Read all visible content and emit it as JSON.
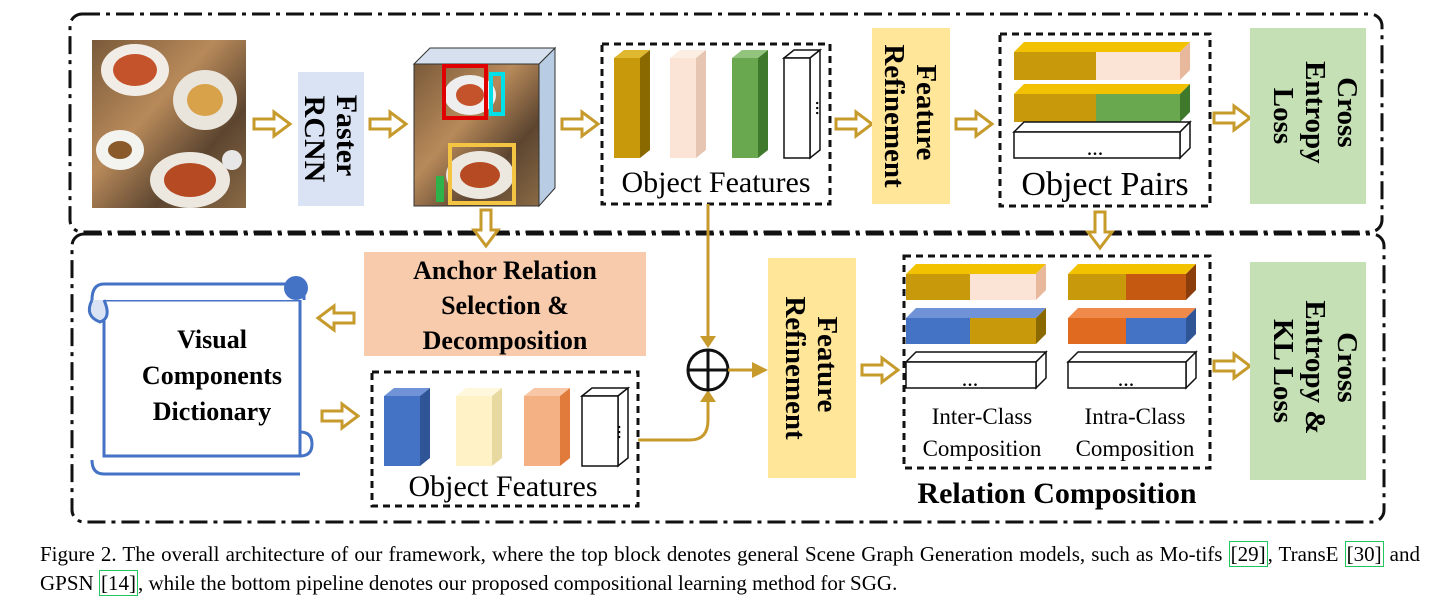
{
  "figure": {
    "top": {
      "detector_label_lines": [
        "Faster",
        "RCNN"
      ],
      "object_features_label": "Object Features",
      "feature_refinement_lines": [
        "Feature",
        "Refinement"
      ],
      "object_pairs_label": "Object Pairs",
      "loss_label_lines": [
        "Cross",
        "Entropy",
        "Loss"
      ]
    },
    "bottom": {
      "anchor_relation_lines": [
        "Anchor Relation",
        "Selection &",
        "Decomposition"
      ],
      "dictionary_lines": [
        "Visual",
        "Components",
        "Dictionary"
      ],
      "object_features_label": "Object Features",
      "feature_refinement_lines": [
        "Feature",
        "Refinement"
      ],
      "inter_class_lines": [
        "Inter-Class",
        "Composition"
      ],
      "intra_class_lines": [
        "Intra-Class",
        "Composition"
      ],
      "relation_composition_label": "Relation Composition",
      "loss_label_lines": [
        "Cross",
        "Entropy &",
        "KL Loss"
      ]
    },
    "ellipsis": "...",
    "colors": {
      "arrow": "#c79a2c",
      "gold": "#c8990a",
      "peach": "#fbe4d6",
      "green": "#6aa84f",
      "blue": "#4472c4",
      "cream": "#fff2c6",
      "salmon": "#f4b183",
      "orange": "#c65911",
      "detector_box": "#dae3f3",
      "refine_box": "#ffe699",
      "loss_box": "#c5e0b4",
      "anchor_box": "#f8cbad"
    }
  },
  "caption": {
    "t1": "Figure 2. The overall architecture of our framework, where the top block denotes general Scene Graph Generation models, such as Mo-tifs ",
    "r1": "[29]",
    "t2": ", TransE ",
    "r2": "[30]",
    "t3": " and GPSN ",
    "r3": "[14]",
    "t4": ", while the bottom pipeline denotes our proposed compositional learning method for SGG."
  }
}
